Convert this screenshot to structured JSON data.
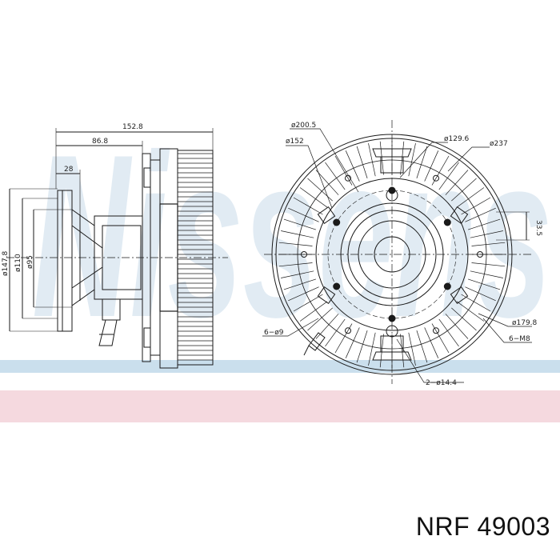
{
  "watermark": {
    "brand_text": "Nissens",
    "color": "#c9dcea",
    "band_color": "#bdd7e8",
    "stripe_color": "#f1c9d2"
  },
  "side_view": {
    "dims": {
      "overall_length": "152.8",
      "mid_length": "86.8",
      "hub_depth": "28"
    },
    "diameters": {
      "outer": "ø147.8",
      "inner": "ø110",
      "bore": "ø95"
    }
  },
  "front_view": {
    "labels": {
      "d200": "ø200.5",
      "d152": "ø152",
      "d129": "ø129.6",
      "d237": "ø237",
      "d179": "ø179.8",
      "holes": "6−ø9",
      "threads": "6−M8",
      "pins": "2−ø14.4",
      "offset": "33.5"
    }
  },
  "part_number": "NRF 49003",
  "line_color": "#1a1a1a"
}
